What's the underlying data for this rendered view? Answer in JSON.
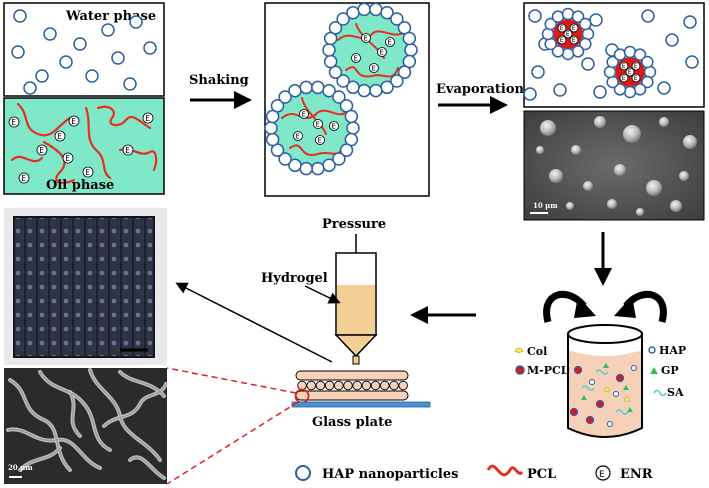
{
  "labels": {
    "water_phase": "Water phase",
    "oil_phase": "Oil phase",
    "shaking": "Shaking",
    "evaporation": "Evaporation",
    "sem_scale": "10 μm",
    "pressure": "Pressure",
    "hydrogel": "Hydrogel",
    "glass_plate": "Glass plate",
    "scaffold_sem_scale": "20 μm"
  },
  "ingredients": {
    "col": "Col",
    "mpcl": "M-PCL",
    "hap": "HAP",
    "gp": "GP",
    "sa": "SA"
  },
  "legend": {
    "hap": "HAP nanoparticles",
    "pcl": "PCL",
    "enr": "ENR"
  },
  "enr_letter": "E",
  "colors": {
    "oil_phase": "#7fe8c8",
    "droplet_fill": "#7fe8c8",
    "particle_stroke": "#2a5f9e",
    "pcl_chain": "#e53020",
    "dried_core": "#e01818",
    "hydrogel": "#f3cf95",
    "scaffold": "#f8d2b8",
    "glass_plate": "#4c8fd0",
    "beaker_liquid": "#f6d0b8",
    "connector": "#e02020"
  }
}
